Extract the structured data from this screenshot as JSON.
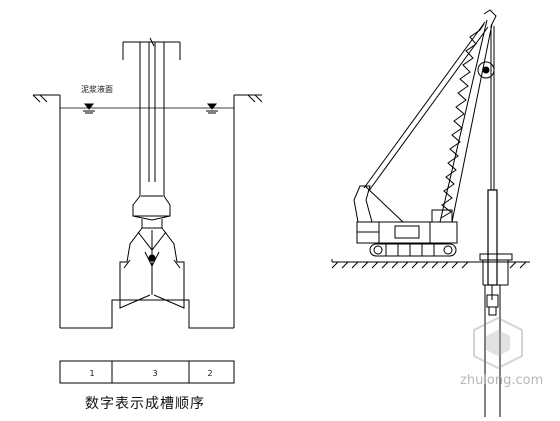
{
  "left_diagram": {
    "slurry_label": "泥浆液面",
    "panel_order_labels": [
      "1",
      "3",
      "2"
    ]
  },
  "caption": "数字表示成槽顺序",
  "watermark": {
    "text": "zhulong.com"
  }
}
